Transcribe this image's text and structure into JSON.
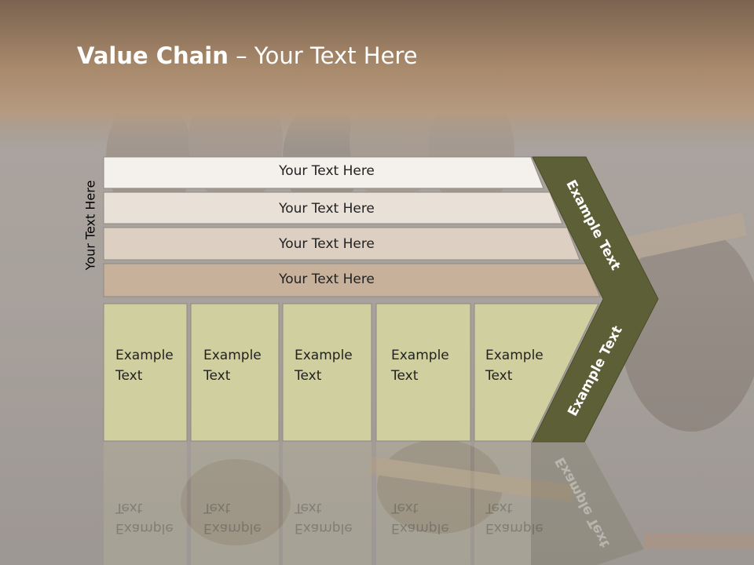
{
  "title": {
    "bold": "Value Chain",
    "rest": " – Your Text Here"
  },
  "side_label": "Your Text Here",
  "rows": [
    {
      "label": "Your Text Here",
      "fill": "#f4f1ed"
    },
    {
      "label": "Your Text Here",
      "fill": "#e9e1d8"
    },
    {
      "label": "Your Text Here",
      "fill": "#ddd0c2"
    },
    {
      "label": "Your Text Here",
      "fill": "#c8b19a"
    }
  ],
  "boxes": [
    {
      "line1": "Example",
      "line2": "Text"
    },
    {
      "line1": "Example",
      "line2": "Text"
    },
    {
      "line1": "Example",
      "line2": "Text"
    },
    {
      "line1": "Example",
      "line2": "Text"
    },
    {
      "line1": "Example",
      "line2": "Text"
    }
  ],
  "chevron": {
    "upper": "Example Text",
    "lower": "Example Text",
    "fill": "#5d5f36"
  },
  "colors": {
    "box_fill": "#cfcf9f",
    "header_band": "#a88c70"
  }
}
